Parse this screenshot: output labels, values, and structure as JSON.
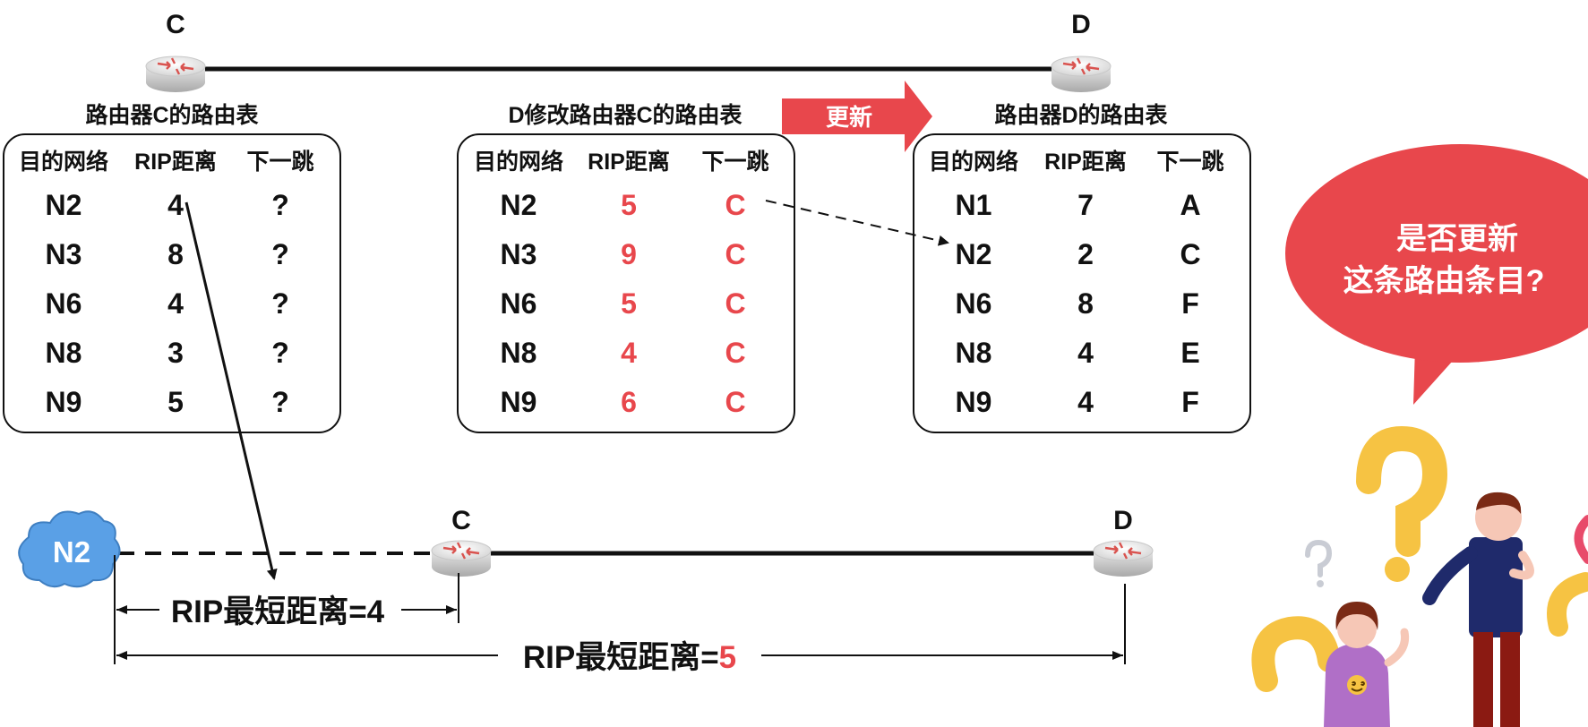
{
  "top_routers": {
    "c_label": "C",
    "d_label": "D"
  },
  "update_arrow": {
    "label": "更新",
    "color": "#e8474c"
  },
  "table_c": {
    "title": "路由器C的路由表",
    "headers": [
      "目的网络",
      "RIP距离",
      "下一跳"
    ],
    "rows": [
      [
        "N2",
        "4",
        "?"
      ],
      [
        "N3",
        "8",
        "?"
      ],
      [
        "N6",
        "4",
        "?"
      ],
      [
        "N8",
        "3",
        "?"
      ],
      [
        "N9",
        "5",
        "?"
      ]
    ]
  },
  "table_mod": {
    "title": "D修改路由器C的路由表",
    "headers": [
      "目的网络",
      "RIP距离",
      "下一跳"
    ],
    "rows": [
      [
        "N2",
        "5",
        "C"
      ],
      [
        "N3",
        "9",
        "C"
      ],
      [
        "N6",
        "5",
        "C"
      ],
      [
        "N8",
        "4",
        "C"
      ],
      [
        "N9",
        "6",
        "C"
      ]
    ]
  },
  "table_d": {
    "title": "路由器D的路由表",
    "headers": [
      "目的网络",
      "RIP距离",
      "下一跳"
    ],
    "rows": [
      [
        "N1",
        "7",
        "A"
      ],
      [
        "N2",
        "2",
        "C"
      ],
      [
        "N6",
        "8",
        "F"
      ],
      [
        "N8",
        "4",
        "E"
      ],
      [
        "N9",
        "4",
        "F"
      ]
    ]
  },
  "bubble": {
    "line1": "是否更新",
    "line2": "这条路由条目?",
    "color": "#e8474c"
  },
  "bottom": {
    "network_label": "N2",
    "c_label": "C",
    "d_label": "D",
    "dist1_text": "RIP最短距离=4",
    "dist2_prefix": "RIP最短距离=",
    "dist2_value": "5"
  },
  "colors": {
    "accent": "#e8474c",
    "cloud": "#5aa0e6",
    "question": "#f6c343"
  }
}
